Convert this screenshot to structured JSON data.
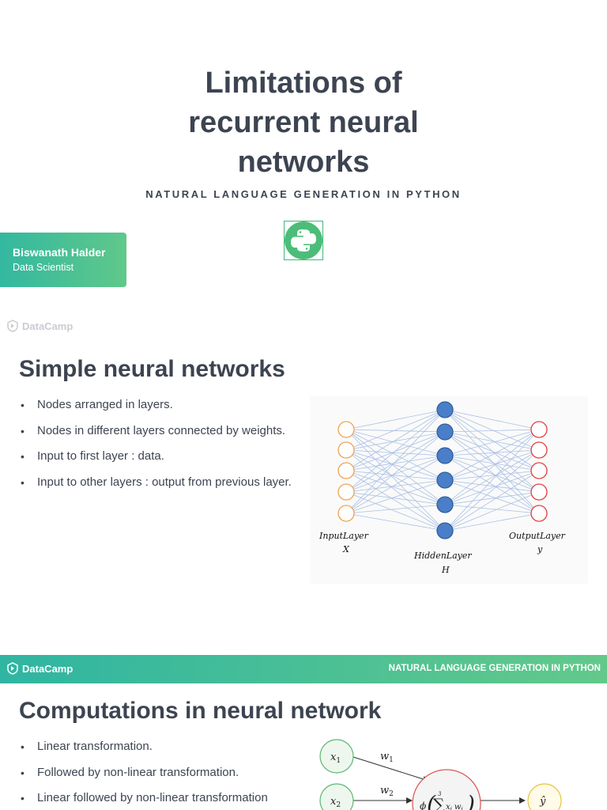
{
  "slide1": {
    "title_lines": [
      "Limitations of",
      "recurrent neural",
      "networks"
    ],
    "subtitle": "NATURAL LANGUAGE GENERATION IN PYTHON",
    "author_name": "Biswanath Halder",
    "author_role": "Data Scientist",
    "brand": "DataCamp"
  },
  "slide2": {
    "heading": "Simple neural networks",
    "bullets": [
      "Nodes arranged in layers.",
      "Nodes in different layers connected by weights.",
      "Input to first layer : data.",
      "Input to other layers : output from previous layer."
    ],
    "diagram": {
      "input_label": "InputLayer",
      "input_symbol": "X",
      "hidden_label": "HiddenLayer",
      "hidden_symbol": "H",
      "output_label": "OutputLayer",
      "output_symbol": "y",
      "input_color": "#f0a050",
      "hidden_color": "#4a7ec8",
      "output_color": "#e03c3c",
      "edge_color": "#a9c0e4"
    }
  },
  "slide3": {
    "brand": "DataCamp",
    "course": "NATURAL LANGUAGE GENERATION IN PYTHON",
    "heading": "Computations in neural network",
    "bullets": [
      "Linear transformation.",
      "Followed by non-linear transformation.",
      "Linear followed by non-linear transformation"
    ],
    "diagram": {
      "x1": "x",
      "x1_sub": "1",
      "x2": "x",
      "x2_sub": "2",
      "w1": "w",
      "w1_sub": "1",
      "w2": "w",
      "w2_sub": "2",
      "phi": "ϕ",
      "sum": "∑",
      "sum_top": "3",
      "sum_body": "x",
      "sum_i": "i",
      "sum_w": "w",
      "sum_wi": "i",
      "yhat": "ŷ"
    }
  }
}
